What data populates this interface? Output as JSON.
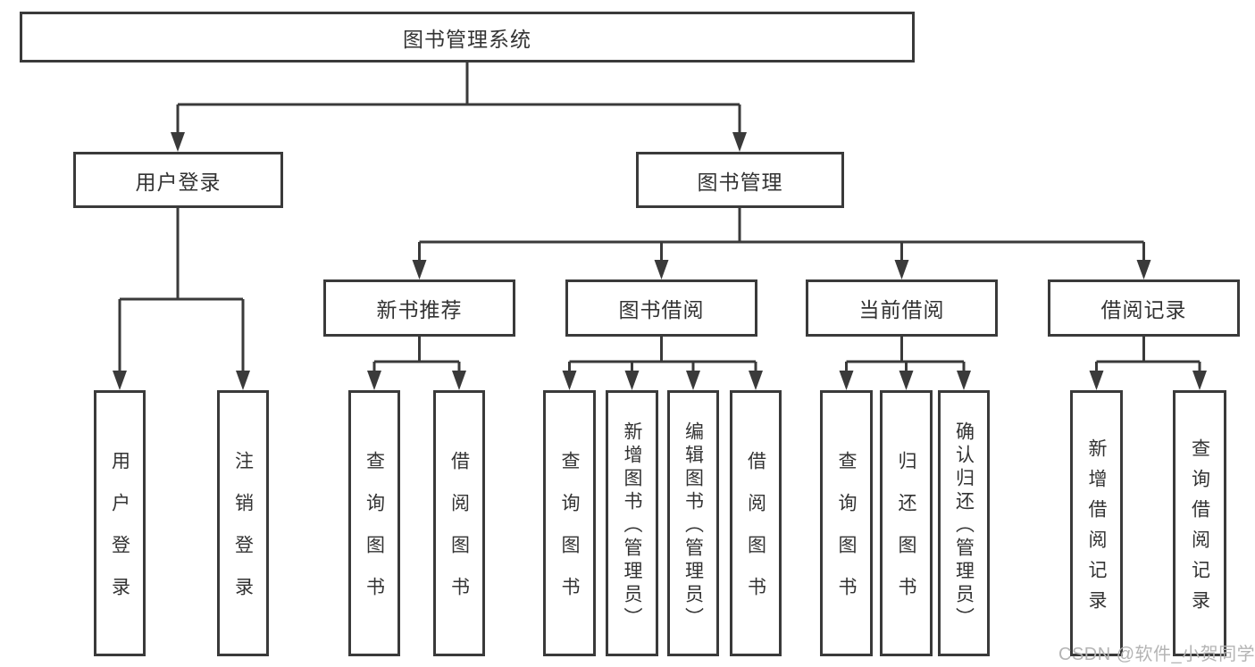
{
  "diagram": {
    "title": "图书管理系统",
    "root": {
      "label": "图书管理系统"
    },
    "level1": [
      {
        "label": "用户登录"
      },
      {
        "label": "图书管理"
      }
    ],
    "level2": [
      {
        "label": "新书推荐",
        "parent": "图书管理"
      },
      {
        "label": "图书借阅",
        "parent": "图书管理"
      },
      {
        "label": "当前借阅",
        "parent": "图书管理"
      },
      {
        "label": "借阅记录",
        "parent": "图书管理"
      }
    ],
    "leaves": [
      {
        "label": "用户登录",
        "parent": "用户登录"
      },
      {
        "label": "注销登录",
        "parent": "用户登录"
      },
      {
        "label": "查询图书",
        "parent": "新书推荐"
      },
      {
        "label": "借阅图书",
        "parent": "新书推荐"
      },
      {
        "label": "查询图书",
        "parent": "图书借阅"
      },
      {
        "label": "新增图书（管理员）",
        "parent": "图书借阅"
      },
      {
        "label": "编辑图书（管理员）",
        "parent": "图书借阅"
      },
      {
        "label": "借阅图书",
        "parent": "图书借阅"
      },
      {
        "label": "查询图书",
        "parent": "当前借阅"
      },
      {
        "label": "归还图书",
        "parent": "当前借阅"
      },
      {
        "label": "确认归还（管理员）",
        "parent": "当前借阅"
      },
      {
        "label": "新增借阅记录",
        "parent": "借阅记录"
      },
      {
        "label": "查询借阅记录",
        "parent": "借阅记录"
      }
    ],
    "colors": {
      "line": "#3a3a3a",
      "box_border": "#3a3a3a",
      "text": "#333333",
      "background": "#ffffff",
      "watermark": "#b4b4b4"
    }
  },
  "watermark": {
    "text": "CSDN @软件_小贺同学"
  }
}
